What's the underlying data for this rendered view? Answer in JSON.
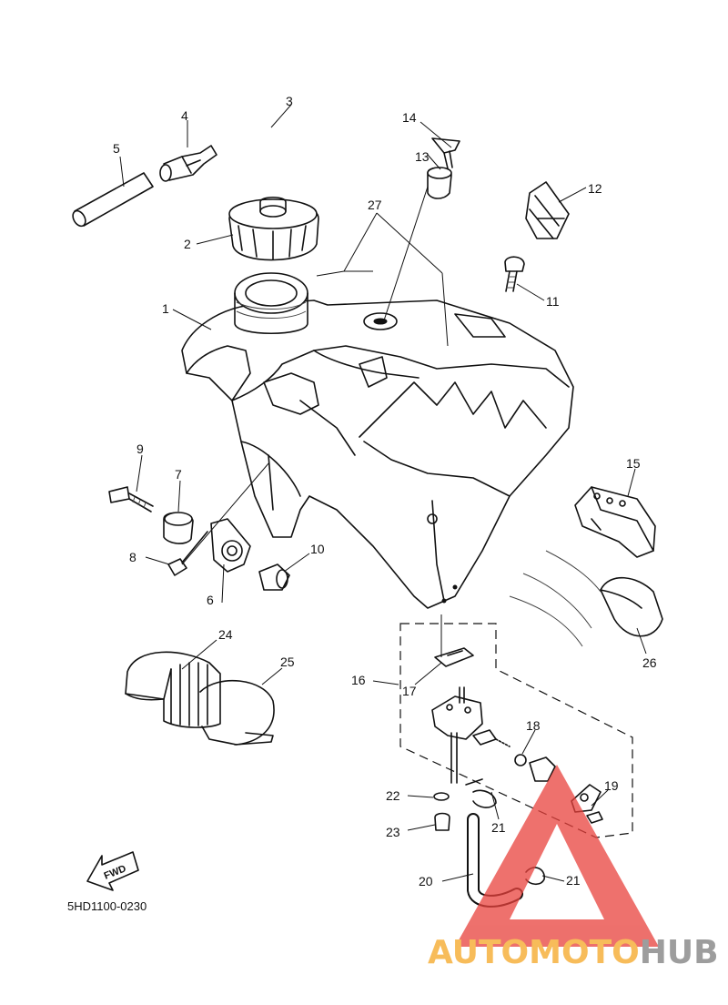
{
  "diagram_code": "5HD1100-0230",
  "fwd_label": "FWD",
  "watermark": {
    "part1": "AUTOMOTO",
    "part2": "HUB",
    "color1": "#f5a623",
    "color2": "#7d7d7d",
    "triangle_color": "#e8413c"
  },
  "callouts": {
    "c1": "1",
    "c2": "2",
    "c3": "3",
    "c4": "4",
    "c5": "5",
    "c6": "6",
    "c7": "7",
    "c8": "8",
    "c9": "9",
    "c10": "10",
    "c11": "11",
    "c12": "12",
    "c13": "13",
    "c14": "14",
    "c15": "15",
    "c16": "16",
    "c17": "17",
    "c18": "18",
    "c19": "19",
    "c20": "20",
    "c21a": "21",
    "c21b": "21",
    "c22": "22",
    "c23": "23",
    "c24": "24",
    "c25": "25",
    "c26": "26",
    "c27": "27"
  }
}
